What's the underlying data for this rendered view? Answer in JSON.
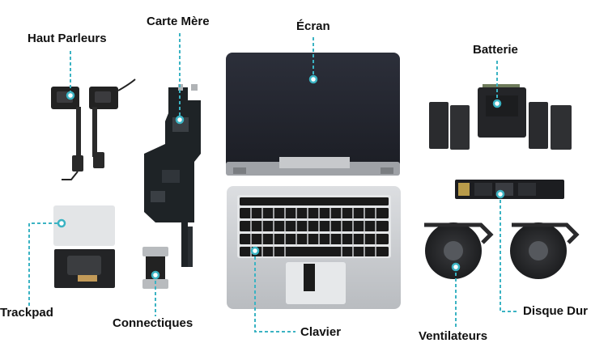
{
  "labels": {
    "haut_parleurs": "Haut Parleurs",
    "carte_mere": "Carte Mère",
    "ecran": "Écran",
    "batterie": "Batterie",
    "trackpad": "Trackpad",
    "connectiques": "Connectiques",
    "clavier": "Clavier",
    "ventilateurs": "Ventilateurs",
    "disque_dur": "Disque Dur"
  },
  "colors": {
    "leader_line": "#3bb3c3",
    "text": "#111111",
    "part_dark": "#2a2a2c",
    "part_silver": "#c9cbce",
    "screen": "#23252e"
  }
}
